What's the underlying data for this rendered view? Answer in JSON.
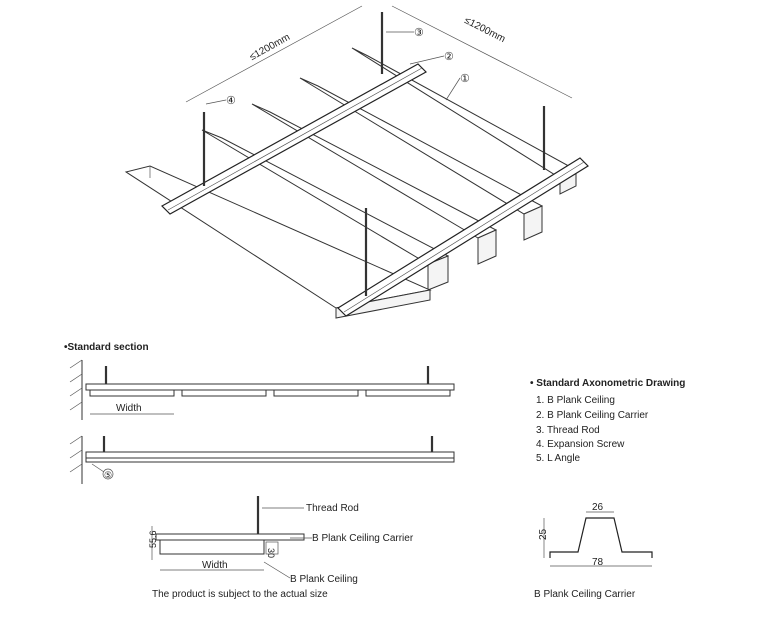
{
  "axonometric": {
    "dim_left": "≤1200mm",
    "dim_right": "≤1200mm",
    "callouts": [
      "①",
      "②",
      "③",
      "④"
    ]
  },
  "section": {
    "heading": "•Standard section",
    "width_label_top": "Width",
    "callout_5": "⑤"
  },
  "legend": {
    "heading": "• Standard Axonometric Drawing",
    "items": [
      "1. B Plank Ceiling",
      "2. B Plank Ceiling Carrier",
      "3. Thread Rod",
      "4. Expansion Screw",
      "5. L Angle"
    ]
  },
  "detail": {
    "thread_rod": "Thread Rod",
    "carrier": "B Plank Ceiling Carrier",
    "ceiling": "B Plank Ceiling",
    "dim_height": "55.6",
    "dim_small": "30",
    "width_label": "Width",
    "note": "The product is subject to the actual size"
  },
  "profile": {
    "dim_top": "26",
    "dim_height": "25",
    "dim_bottom": "78",
    "caption": "B Plank Ceiling Carrier"
  }
}
